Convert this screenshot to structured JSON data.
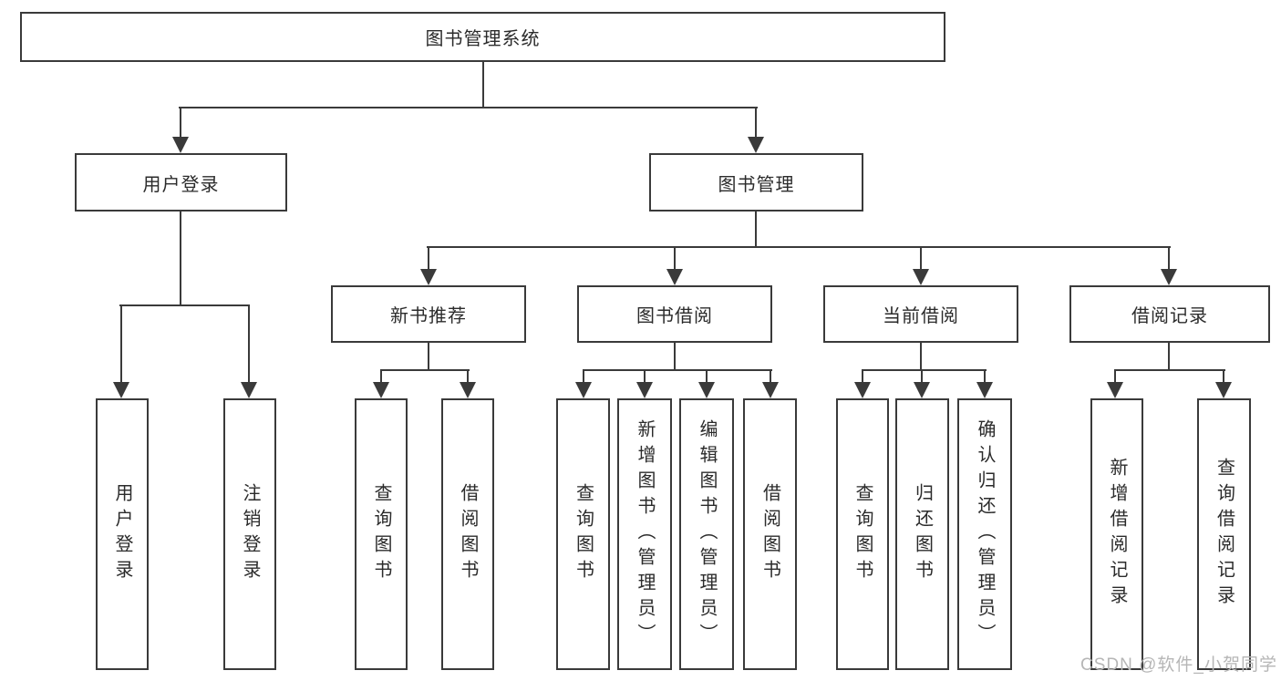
{
  "diagram": {
    "title": "图书管理系统",
    "children": [
      {
        "label": "用户登录",
        "children": [
          {
            "label": "用户登录"
          },
          {
            "label": "注销登录"
          }
        ]
      },
      {
        "label": "图书管理",
        "children": [
          {
            "label": "新书推荐",
            "children": [
              {
                "label": "查询图书"
              },
              {
                "label": "借阅图书"
              }
            ]
          },
          {
            "label": "图书借阅",
            "children": [
              {
                "label": "查询图书"
              },
              {
                "label": "新增图书（管理员）"
              },
              {
                "label": "编辑图书（管理员）"
              },
              {
                "label": "借阅图书"
              }
            ]
          },
          {
            "label": "当前借阅",
            "children": [
              {
                "label": "查询图书"
              },
              {
                "label": "归还图书"
              },
              {
                "label": "确认归还（管理员）"
              }
            ]
          },
          {
            "label": "借阅记录",
            "children": [
              {
                "label": "新增借阅记录"
              },
              {
                "label": "查询借阅记录"
              }
            ]
          }
        ]
      }
    ]
  },
  "watermark": {
    "text": "CSDN @软件_小贺同学"
  },
  "colors": {
    "line": "#3a3a3a",
    "text": "#2b2b2b",
    "watermark": "#b6b6b6",
    "background": "#ffffff"
  }
}
